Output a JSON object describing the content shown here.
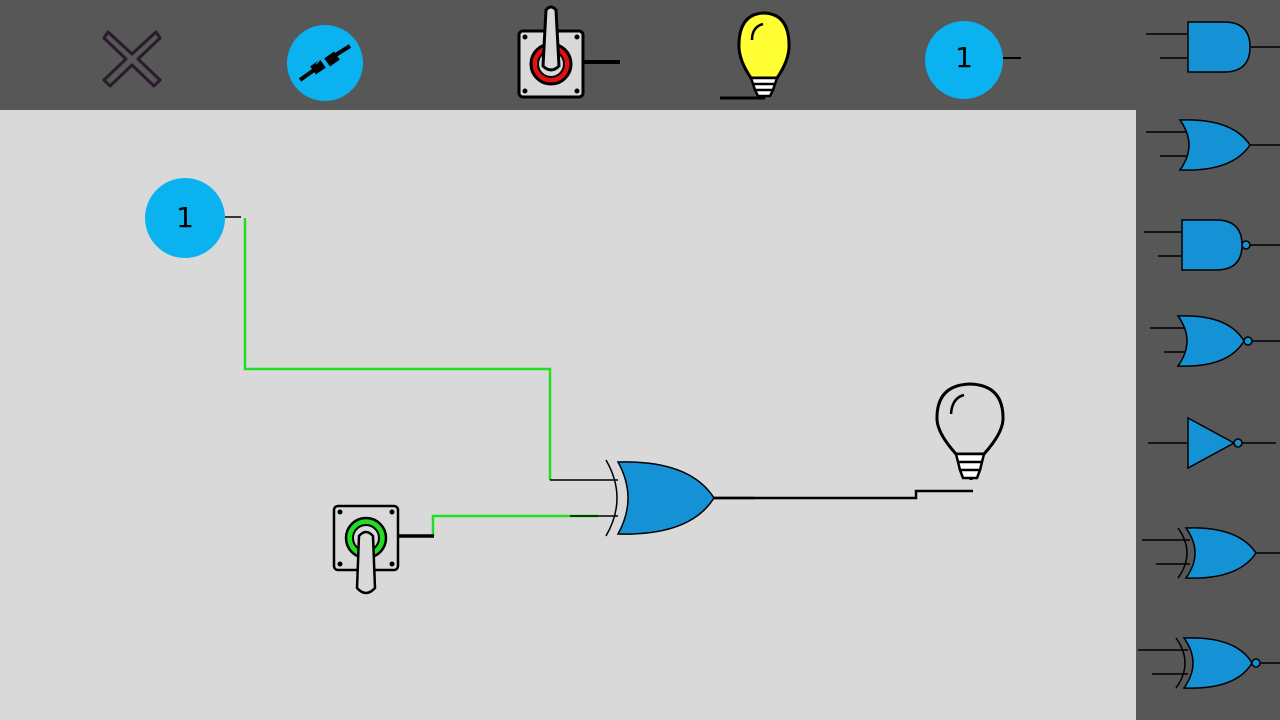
{
  "toolbar": {
    "items": [
      {
        "icon": "close-x-icon"
      },
      {
        "icon": "wire-connector-icon"
      },
      {
        "icon": "toggle-switch-icon"
      },
      {
        "icon": "light-bulb-icon"
      },
      {
        "icon": "constant-one-icon",
        "label": "1"
      }
    ]
  },
  "sidebar": {
    "gates": [
      "and-gate",
      "or-gate",
      "nand-gate",
      "nor-gate",
      "not-gate",
      "xor-gate",
      "xnor-gate"
    ]
  },
  "canvas": {
    "constant_label": "1",
    "wire_active_color": "#22dd22",
    "wire_inactive_color": "#000000",
    "gate_color": "#1592d6",
    "constant_color": "#0ab3f0",
    "bulb_on_color": "#ffff33"
  }
}
